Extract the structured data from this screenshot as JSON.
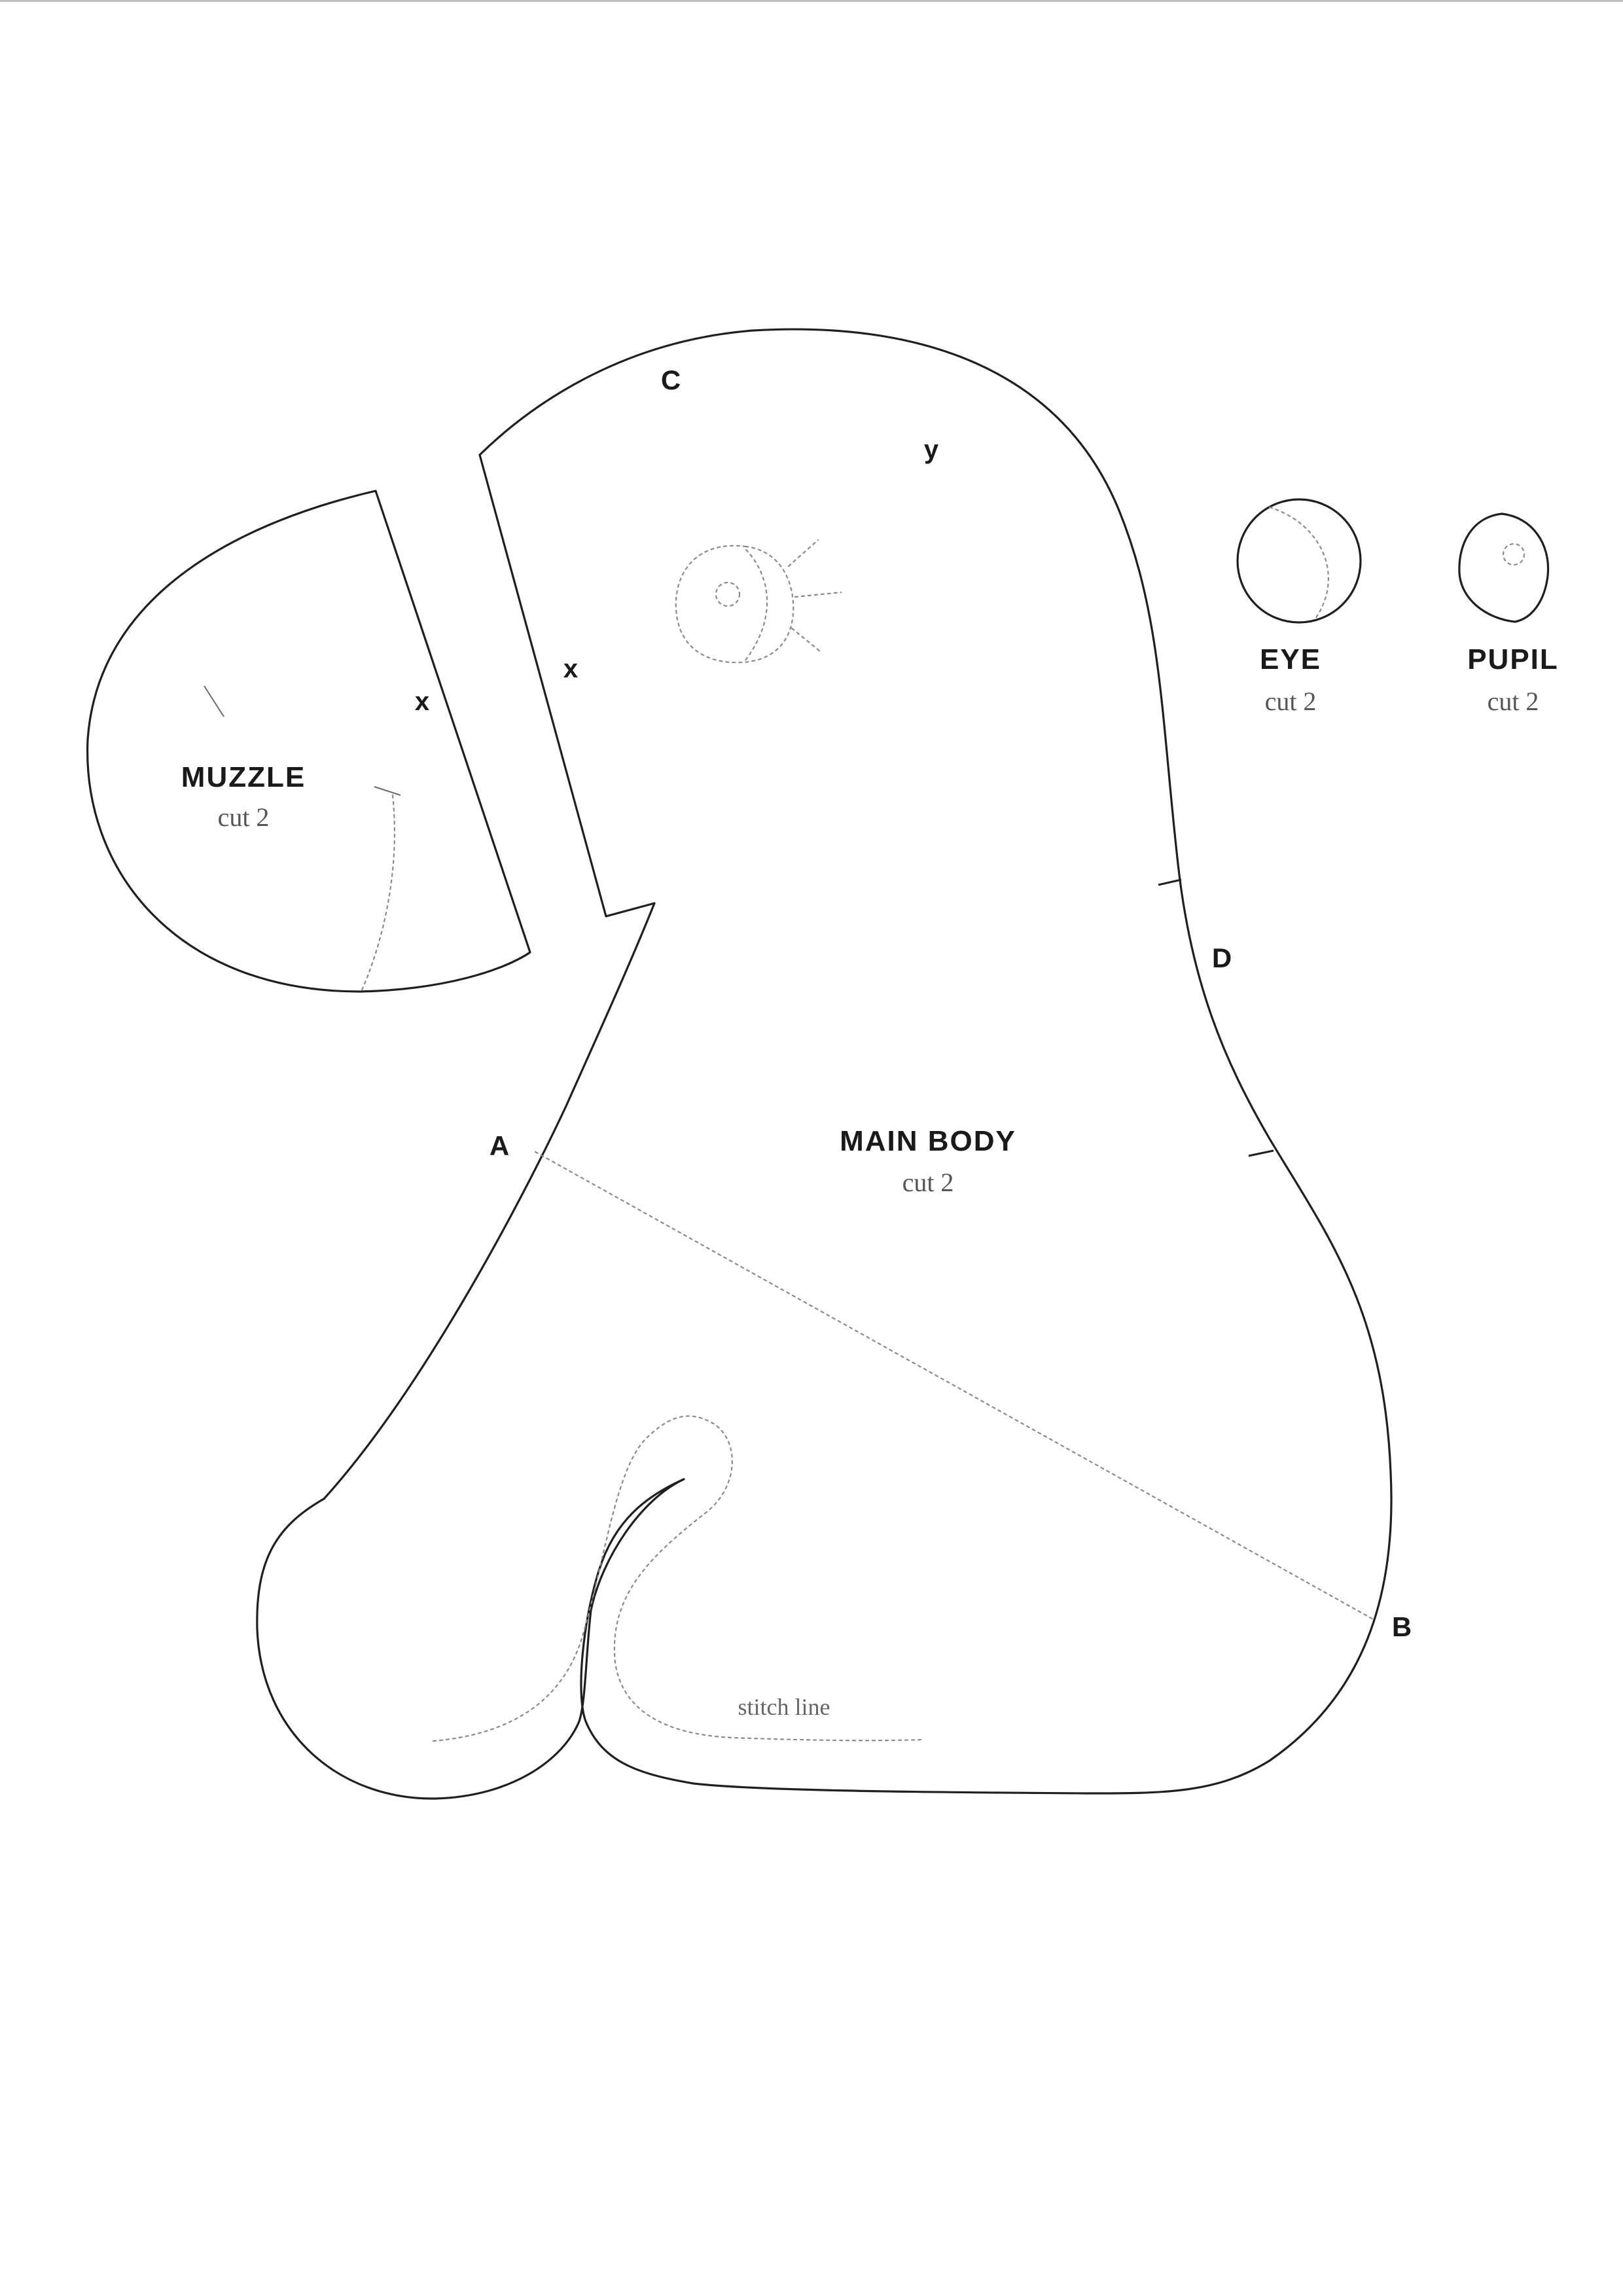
{
  "pieces": {
    "muzzle": {
      "name": "MUZZLE",
      "cut": "cut 2"
    },
    "main_body": {
      "name": "MAIN BODY",
      "cut": "cut 2"
    },
    "eye": {
      "name": "EYE",
      "cut": "cut 2"
    },
    "pupil": {
      "name": "PUPIL",
      "cut": "cut 2"
    }
  },
  "markers": {
    "a": "A",
    "b": "B",
    "c": "C",
    "d": "D",
    "x_muzzle": "x",
    "x_body": "x",
    "y": "y"
  },
  "notes": {
    "stitch_line": "stitch line"
  }
}
